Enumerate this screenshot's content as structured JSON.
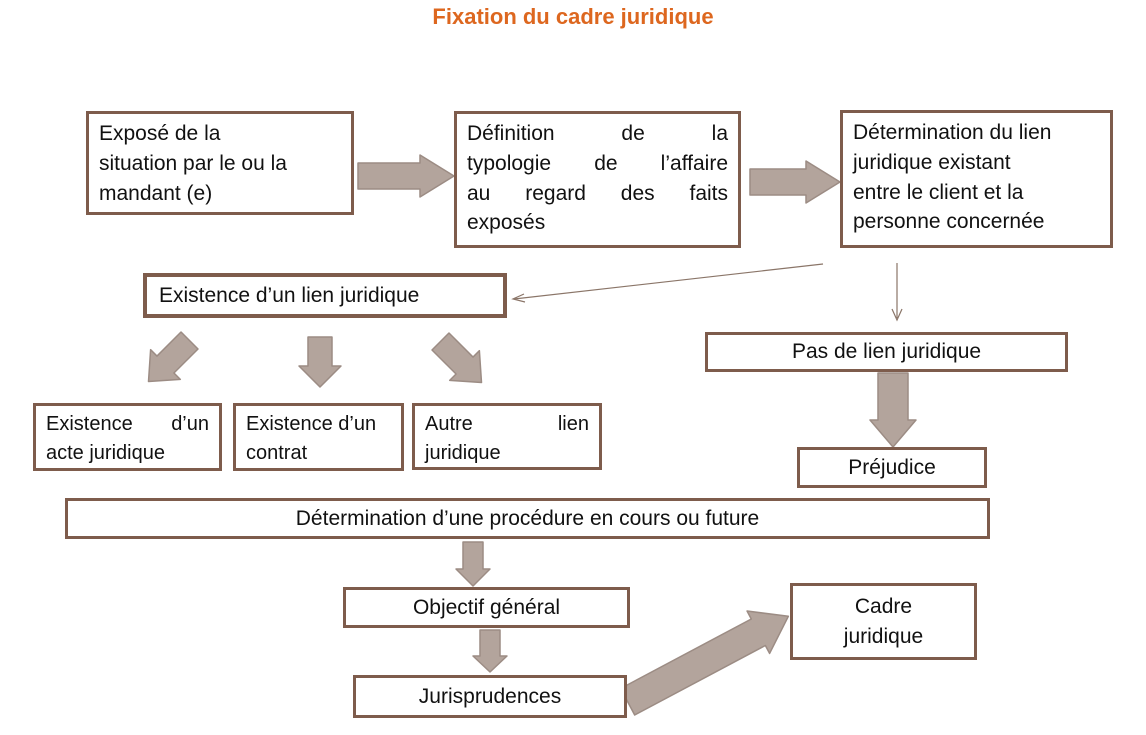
{
  "title": "Fixation du cadre juridique",
  "colors": {
    "title": "#dd671f",
    "border": "#7e5c4c",
    "arrow_fill": "#b3a49c",
    "arrow_stroke": "#9c8c84",
    "line": "#8a7568",
    "text": "#111111",
    "bg": "#ffffff"
  },
  "nodes": {
    "expose": {
      "lines": [
        "Exposé de la",
        "situation par le ou la",
        "mandant (e)"
      ]
    },
    "definition": {
      "lines": [
        "Définition de la",
        "typologie de l’affaire",
        "au regard des faits",
        "exposés"
      ]
    },
    "determination": {
      "lines": [
        "Détermination du lien",
        "juridique existant",
        "entre le client et la",
        "personne concernée"
      ]
    },
    "existence_lien": {
      "label": "Existence d’un lien juridique"
    },
    "acte": {
      "lines": [
        "Existence d’un",
        "acte juridique"
      ]
    },
    "contrat": {
      "lines": [
        "Existence d’un",
        "contrat"
      ]
    },
    "autre_lien": {
      "lines": [
        "Autre lien",
        "juridique"
      ]
    },
    "pas_de_lien": {
      "label": "Pas de lien juridique"
    },
    "prejudice": {
      "label": "Préjudice"
    },
    "procedure": {
      "label": "Détermination d’une procédure en cours ou future"
    },
    "objectif": {
      "label": "Objectif général"
    },
    "jurisprudences": {
      "label": "Jurisprudences"
    },
    "cadre": {
      "lines": [
        "Cadre",
        "juridique"
      ]
    }
  },
  "edges": [
    {
      "from": "expose",
      "to": "definition",
      "style": "block-arrow"
    },
    {
      "from": "definition",
      "to": "determination",
      "style": "block-arrow"
    },
    {
      "from": "determination",
      "to": "existence_lien",
      "style": "thin-arrow"
    },
    {
      "from": "determination",
      "to": "pas_de_lien",
      "style": "thin-arrow"
    },
    {
      "from": "existence_lien",
      "to": "acte",
      "style": "block-arrow"
    },
    {
      "from": "existence_lien",
      "to": "contrat",
      "style": "block-arrow"
    },
    {
      "from": "existence_lien",
      "to": "autre_lien",
      "style": "block-arrow"
    },
    {
      "from": "pas_de_lien",
      "to": "prejudice",
      "style": "block-arrow"
    },
    {
      "from": "procedure",
      "to": "objectif",
      "style": "block-arrow"
    },
    {
      "from": "objectif",
      "to": "jurisprudences",
      "style": "block-arrow"
    },
    {
      "from": "jurisprudences",
      "to": "cadre",
      "style": "block-arrow"
    }
  ]
}
